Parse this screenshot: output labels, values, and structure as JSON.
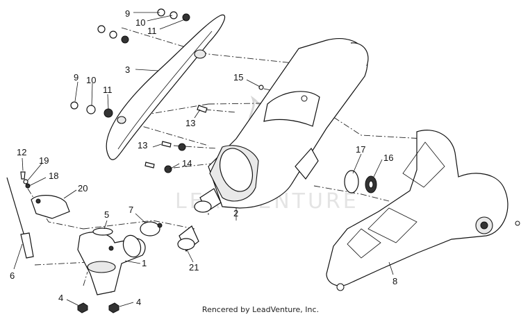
{
  "diagram": {
    "callouts": {
      "c1": "1",
      "c2": "2",
      "c3": "3",
      "c4a": "4",
      "c4b": "4",
      "c5": "5",
      "c6": "6",
      "c7": "7",
      "c8": "8",
      "c9a": "9",
      "c9b": "9",
      "c10a": "10",
      "c10b": "10",
      "c11a": "11",
      "c11b": "11",
      "c12": "12",
      "c13a": "13",
      "c13b": "13",
      "c14": "14",
      "c15": "15",
      "c16": "16",
      "c17": "17",
      "c18": "18",
      "c19": "19",
      "c20": "20",
      "c21": "21"
    },
    "watermark": "LEADVENTURE"
  },
  "footer": {
    "credit": "Rencered by LeadVenture, Inc."
  }
}
